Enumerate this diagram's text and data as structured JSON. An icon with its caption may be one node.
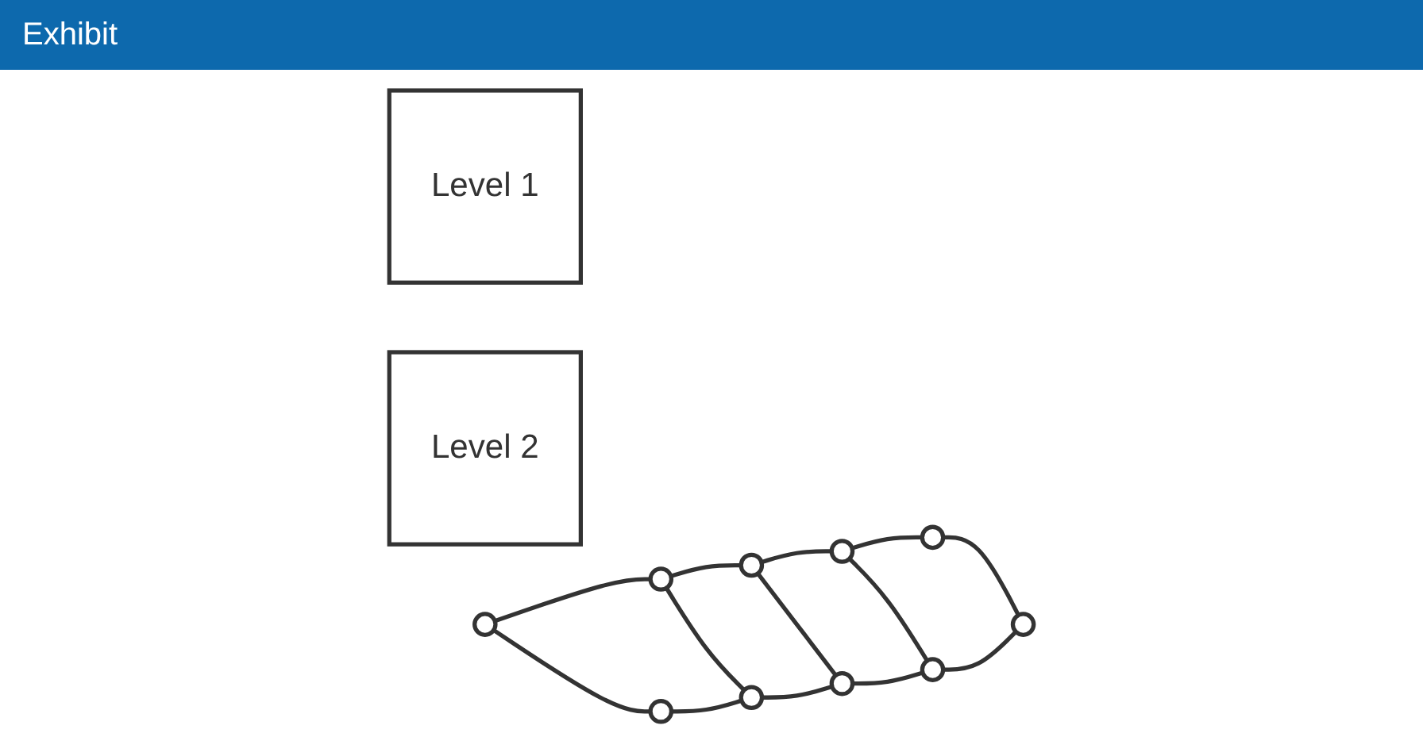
{
  "diagram": {
    "title": "Exhibit",
    "nodes": [
      {
        "text": [
          "Level 1"
        ]
      },
      {
        "text": [
          "Level 2"
        ]
      },
      {
        "text": [],
        "shape": "circle"
      },
      {
        "text": [],
        "shape": "circle"
      },
      {
        "text": [],
        "shape": "circle"
      },
      {
        "text": [],
        "shape": "circle"
      },
      {
        "text": [],
        "shape": "circle"
      },
      {
        "text": [],
        "shape": "circle"
      },
      {
        "text": [],
        "shape": "circle"
      },
      {
        "text": [],
        "shape": "circle"
      },
      {
        "text": [],
        "shape": "circle"
      },
      {
        "text": [],
        "shape": "circle"
      }
    ],
    "edges": [
      {
        "from": 2,
        "to": 3,
        "arrow": "none"
      },
      {
        "from": 3,
        "to": 4,
        "arrow": "none"
      },
      {
        "from": 4,
        "to": 5,
        "arrow": "none"
      },
      {
        "from": 5,
        "to": 6,
        "arrow": "none"
      },
      {
        "from": 2,
        "to": 7,
        "arrow": "none"
      },
      {
        "from": 3,
        "to": 8,
        "arrow": "none"
      },
      {
        "from": 4,
        "to": 9,
        "arrow": "none"
      },
      {
        "from": 5,
        "to": 10,
        "arrow": "none"
      },
      {
        "from": 6,
        "to": 11,
        "arrow": "none"
      },
      {
        "from": 7,
        "to": 8,
        "arrow": "none"
      },
      {
        "from": 8,
        "to": 9,
        "arrow": "none"
      },
      {
        "from": 9,
        "to": 10,
        "arrow": "none"
      },
      {
        "from": 10,
        "to": 11,
        "arrow": "none"
      }
    ]
  }
}
